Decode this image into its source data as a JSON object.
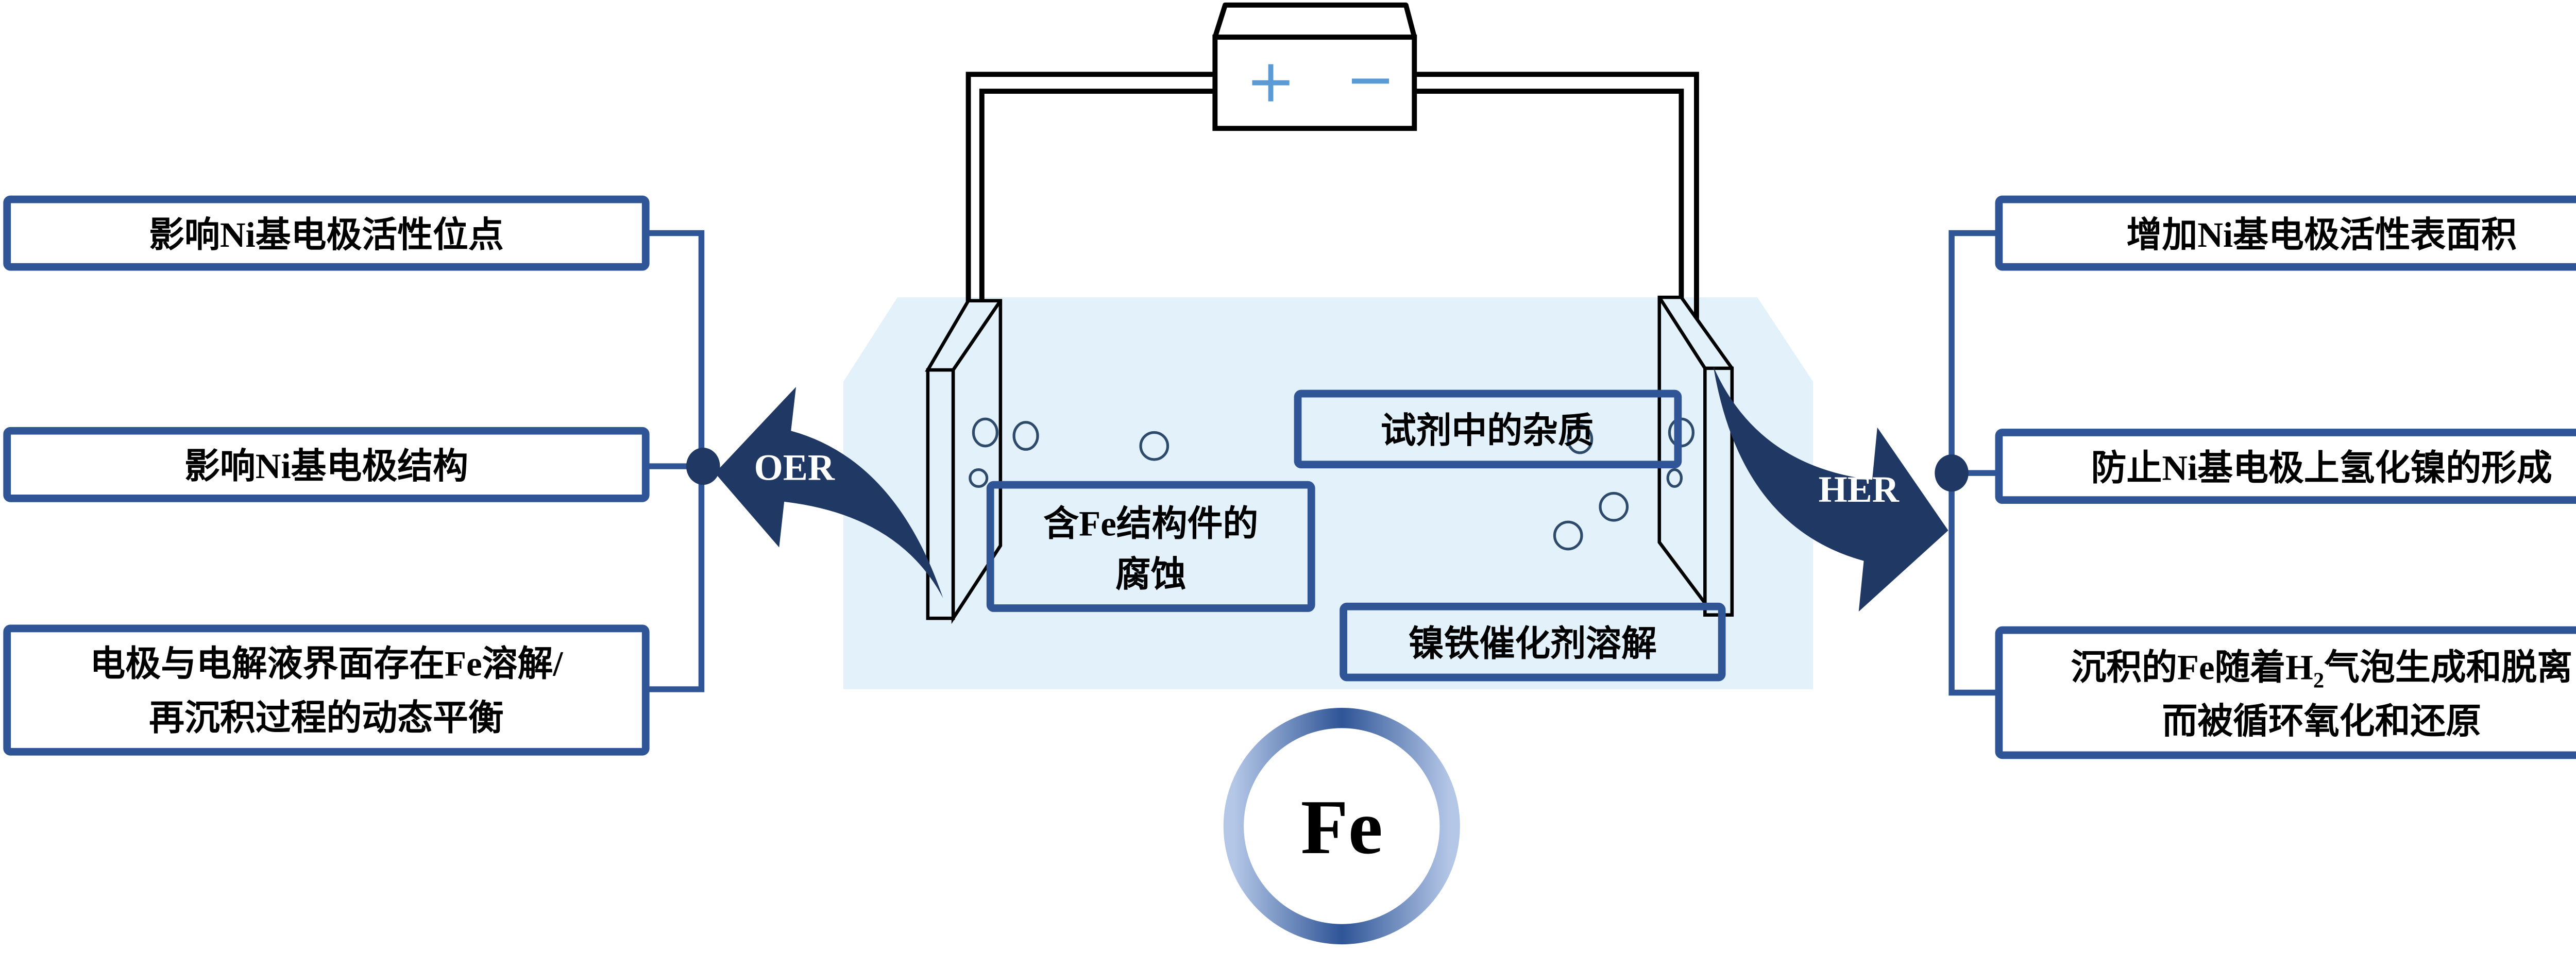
{
  "battery": {
    "plus": "+",
    "minus": "−"
  },
  "left_boxes": [
    {
      "text": "影响Ni基电极活性位点"
    },
    {
      "text": "影响Ni基电极结构"
    },
    {
      "line1": "电极与电解液界面存在Fe溶解/",
      "line2": "再沉积过程的动态平衡"
    }
  ],
  "right_boxes": [
    {
      "text": "增加Ni基电极活性表面积"
    },
    {
      "text": "防止Ni基电极上氢化镍的形成"
    },
    {
      "line1_pre": "沉积的Fe随着H",
      "line1_sub": "2",
      "line1_post": "气泡生成和脱离",
      "line2": "而被循环氧化和还原"
    }
  ],
  "cell_boxes": {
    "fe_corrosion_line1": "含Fe结构件的",
    "fe_corrosion_line2": "腐蚀",
    "impurities": "试剂中的杂质",
    "catalyst_dissolution": "镍铁催化剂溶解"
  },
  "arrows": {
    "oer": "OER",
    "her": "HER"
  },
  "center": {
    "element": "Fe"
  },
  "colors": {
    "box_border": "#2f5597",
    "arrow": "#203864",
    "electrolyte": "#e3f2fa"
  }
}
